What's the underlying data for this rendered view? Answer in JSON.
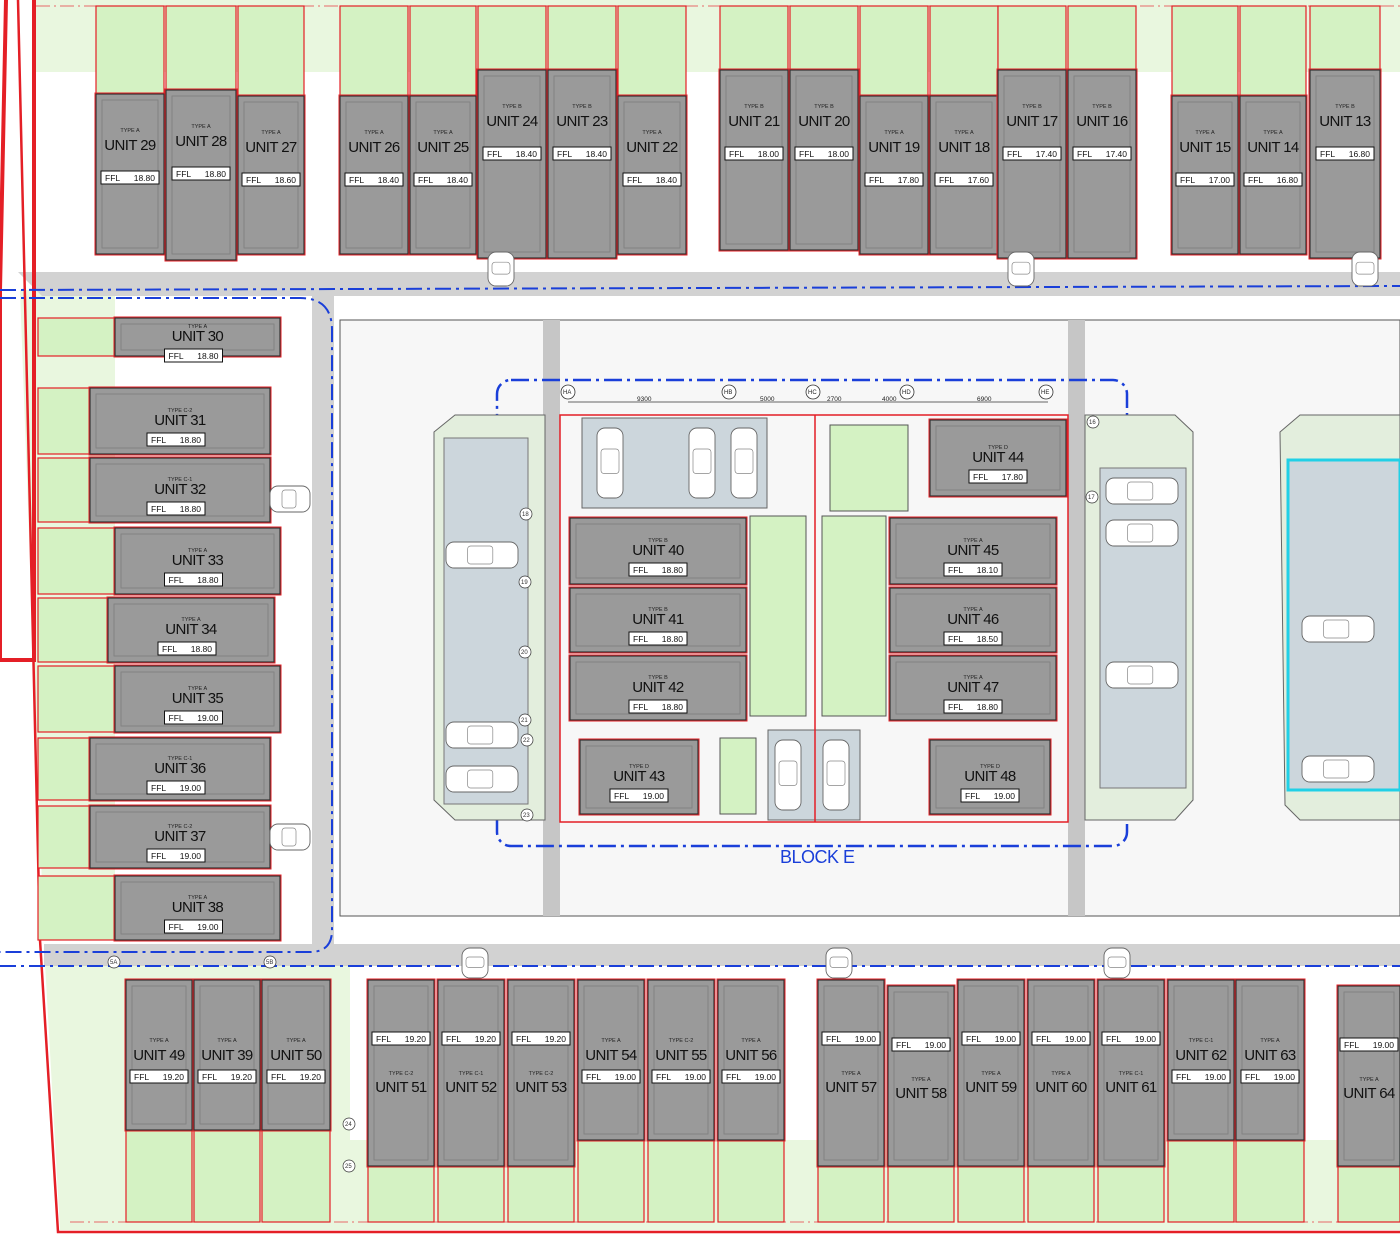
{
  "colors": {
    "boundary": "#e41f26",
    "setback": "#e86a6a",
    "block_outline": "#1a3fd9",
    "lawn": "#d4f2c3",
    "lawn_pale": "#e9f7df",
    "unit_fill": "#9a9a9a",
    "road_verge": "#c8c8c8",
    "parking": "#ccd6dc",
    "pool_edge": "#20d0e6"
  },
  "block_label": "BLOCK E",
  "ffl_prefix": "FFL",
  "type_a": "TYPE A",
  "type_b": "TYPE B",
  "type_c1": "TYPE C-1",
  "type_c2": "TYPE C-2",
  "type_d": "TYPE D",
  "ffl": {
    "v1680": "16.80",
    "v1700": "17.00",
    "v1740": "17.40",
    "v1760": "17.60",
    "v1780": "17.80",
    "v1800": "18.00",
    "v1810": "18.10",
    "v1840": "18.40",
    "v1850": "18.50",
    "v1860": "18.60",
    "v1880": "18.80",
    "v1900": "19.00",
    "v1920": "19.20"
  },
  "units": {
    "u13": "UNIT 13",
    "u14": "UNIT 14",
    "u15": "UNIT 15",
    "u16": "UNIT 16",
    "u17": "UNIT 17",
    "u18": "UNIT 18",
    "u19": "UNIT 19",
    "u20": "UNIT 20",
    "u21": "UNIT 21",
    "u22": "UNIT 22",
    "u23": "UNIT 23",
    "u24": "UNIT 24",
    "u25": "UNIT 25",
    "u26": "UNIT 26",
    "u27": "UNIT 27",
    "u28": "UNIT 28",
    "u29": "UNIT 29",
    "u30": "UNIT 30",
    "u31": "UNIT 31",
    "u32": "UNIT 32",
    "u33": "UNIT 33",
    "u34": "UNIT 34",
    "u35": "UNIT 35",
    "u36": "UNIT 36",
    "u37": "UNIT 37",
    "u38": "UNIT 38",
    "u39": "UNIT 39",
    "u40": "UNIT 40",
    "u41": "UNIT 41",
    "u42": "UNIT 42",
    "u43": "UNIT 43",
    "u44": "UNIT 44",
    "u45": "UNIT 45",
    "u46": "UNIT 46",
    "u47": "UNIT 47",
    "u48": "UNIT 48",
    "u49": "UNIT 49",
    "u50": "UNIT 50",
    "u51": "UNIT 51",
    "u52": "UNIT 52",
    "u53": "UNIT 53",
    "u54": "UNIT 54",
    "u55": "UNIT 55",
    "u56": "UNIT 56",
    "u57": "UNIT 57",
    "u58": "UNIT 58",
    "u59": "UNIT 59",
    "u60": "UNIT 60",
    "u61": "UNIT 61",
    "u62": "UNIT 62",
    "u63": "UNIT 63",
    "u64": "UNIT 64"
  },
  "grid": {
    "ha": "HA",
    "hb": "HB",
    "hc": "HC",
    "hd": "HD",
    "he": "HE"
  },
  "dims": {
    "d9300": "9300",
    "d5000": "5000",
    "d2700": "2700",
    "d4000": "4000",
    "d6900": "6900"
  },
  "markers": {
    "m16": "16",
    "m17": "17",
    "m18": "18",
    "m19": "19",
    "m20": "20",
    "m21": "21",
    "m22": "22",
    "m23": "23",
    "m24": "24",
    "m25": "25",
    "m5a": "5A",
    "m5b": "5B"
  }
}
